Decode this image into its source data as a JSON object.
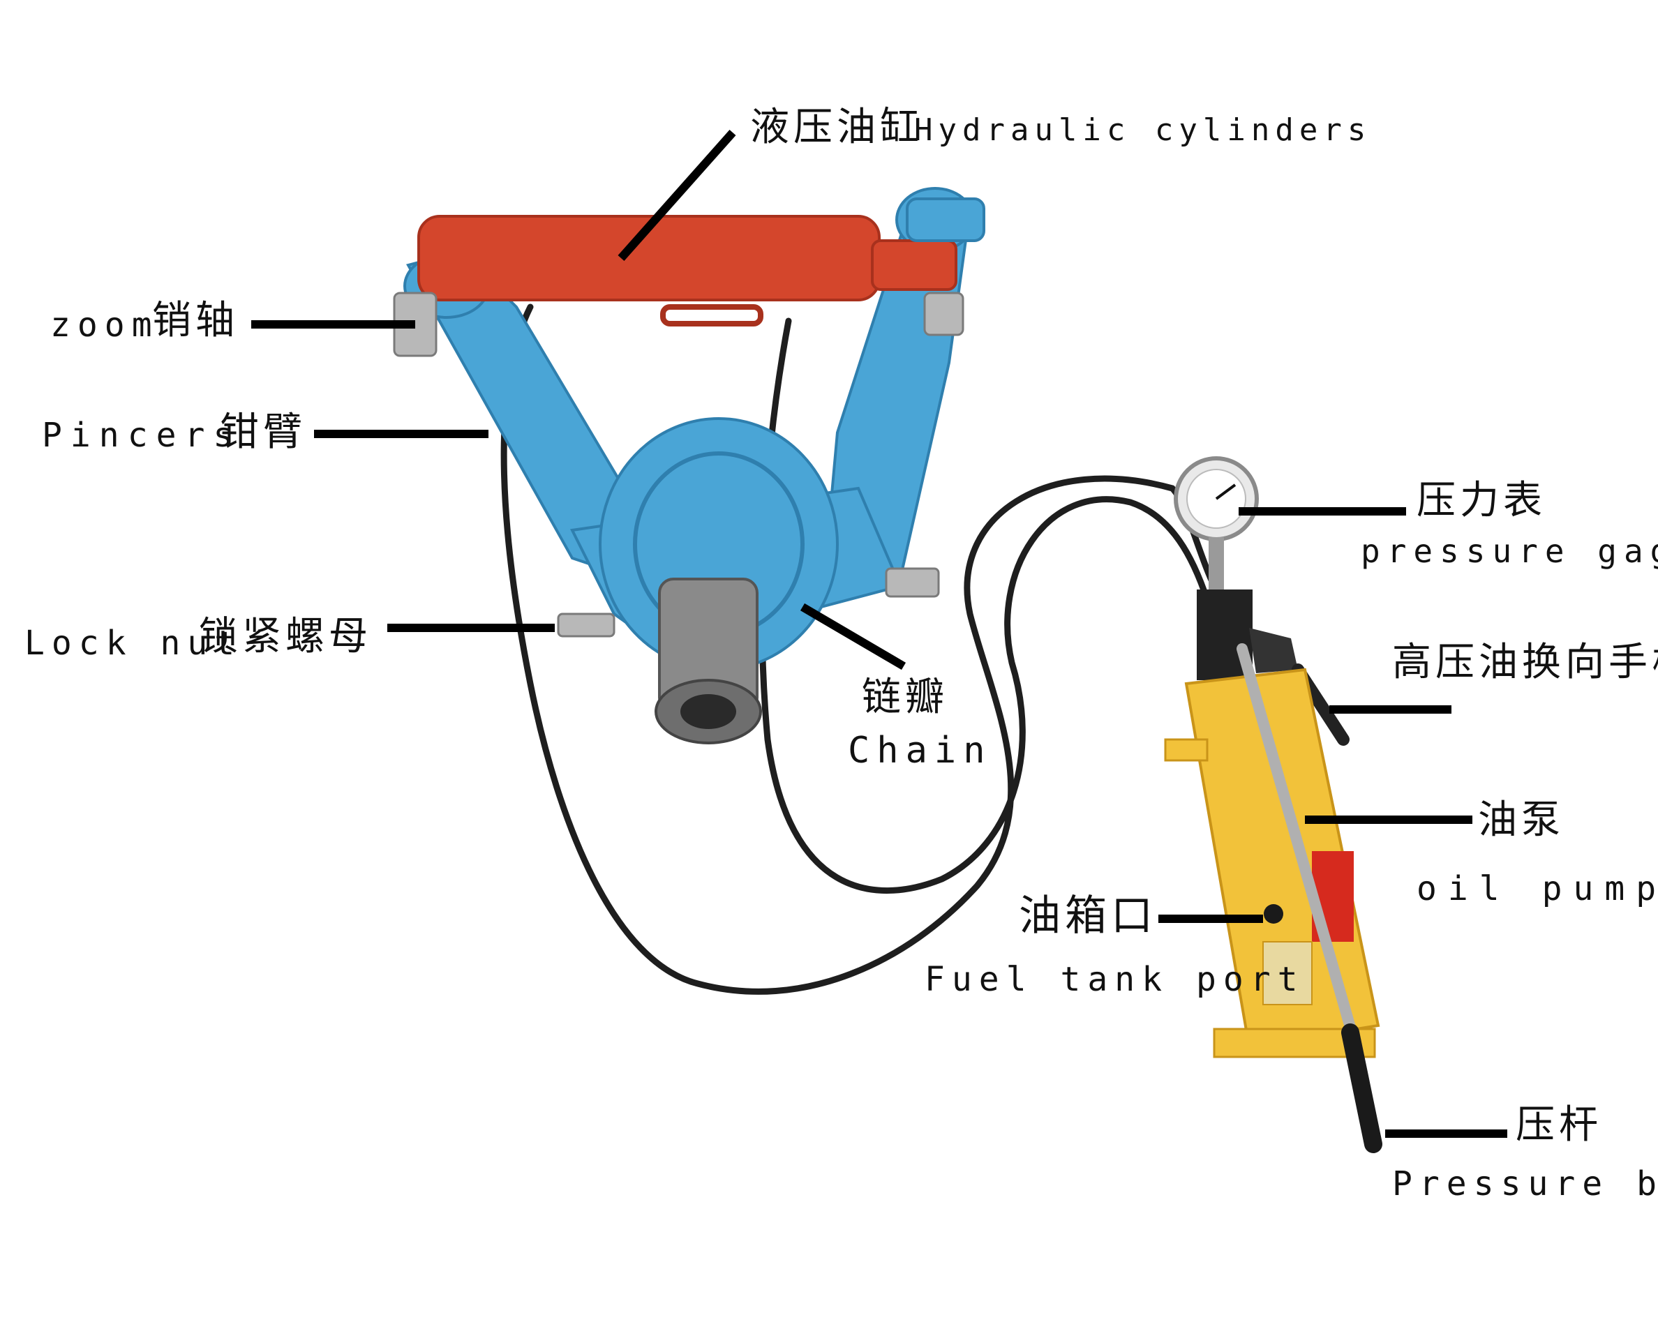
{
  "colors": {
    "background": "#ffffff",
    "text": "#111111",
    "leader_line": "#000000",
    "cylinder": "#d4462c",
    "frame": "#4aa5d6",
    "pump_body": "#f2c23a",
    "hose": "#1e1e1e"
  },
  "labels": {
    "cylinder_cn": "液压油缸",
    "cylinder_en": "Hydraulic cylinders",
    "pin_en": "zoom",
    "pin_cn": "销轴",
    "pincers_en": "Pincers",
    "pincers_cn": "钳臂",
    "locknut_en": "Lock nut",
    "locknut_cn": "锁紧螺母",
    "chain_cn": "链瓣",
    "chain_en": "Chain",
    "gauge_cn": "压力表",
    "gauge_en": "pressure gage",
    "handle_cn": "高压油换向手柄",
    "pump_cn": "油泵",
    "pump_en": "oil pump",
    "tank_cn": "油箱口",
    "tank_en": "Fuel tank port",
    "bar_cn": "压杆",
    "bar_en": "Pressure bar"
  }
}
